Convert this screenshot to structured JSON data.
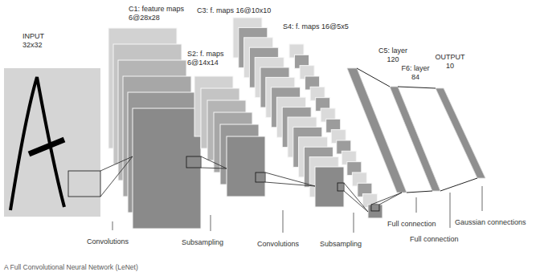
{
  "diagram": {
    "caption": "A Full Convolutional Neural Network (LeNet)",
    "nodes": [
      {
        "text": [
          "INPUT 32x32"
        ]
      },
      {
        "text": [
          "C1: feature maps 6@28x28"
        ]
      },
      {
        "text": [
          "S2: f. maps 6@14x14"
        ]
      },
      {
        "text": [
          "C3: f. maps 16@10x10"
        ]
      },
      {
        "text": [
          "S4: f. maps 16@5x5"
        ]
      },
      {
        "text": [
          "C5: layer 120"
        ]
      },
      {
        "text": [
          "F6: layer 84"
        ]
      },
      {
        "text": [
          "OUTPUT 10"
        ]
      }
    ],
    "edges": [
      {
        "from": 0,
        "to": 1,
        "arrow": "none"
      },
      {
        "from": 1,
        "to": 2,
        "arrow": "none"
      },
      {
        "from": 2,
        "to": 3,
        "arrow": "none"
      },
      {
        "from": 3,
        "to": 4,
        "arrow": "none"
      },
      {
        "from": 4,
        "to": 5,
        "arrow": "none"
      },
      {
        "from": 5,
        "to": 6,
        "arrow": "none"
      },
      {
        "from": 6,
        "to": 7,
        "arrow": "none"
      }
    ],
    "labels": [
      "Convolutions",
      "Subsampling",
      "Convolutions",
      "Subsampling",
      "Full connection",
      "Full connection",
      "Gaussian connections"
    ]
  }
}
